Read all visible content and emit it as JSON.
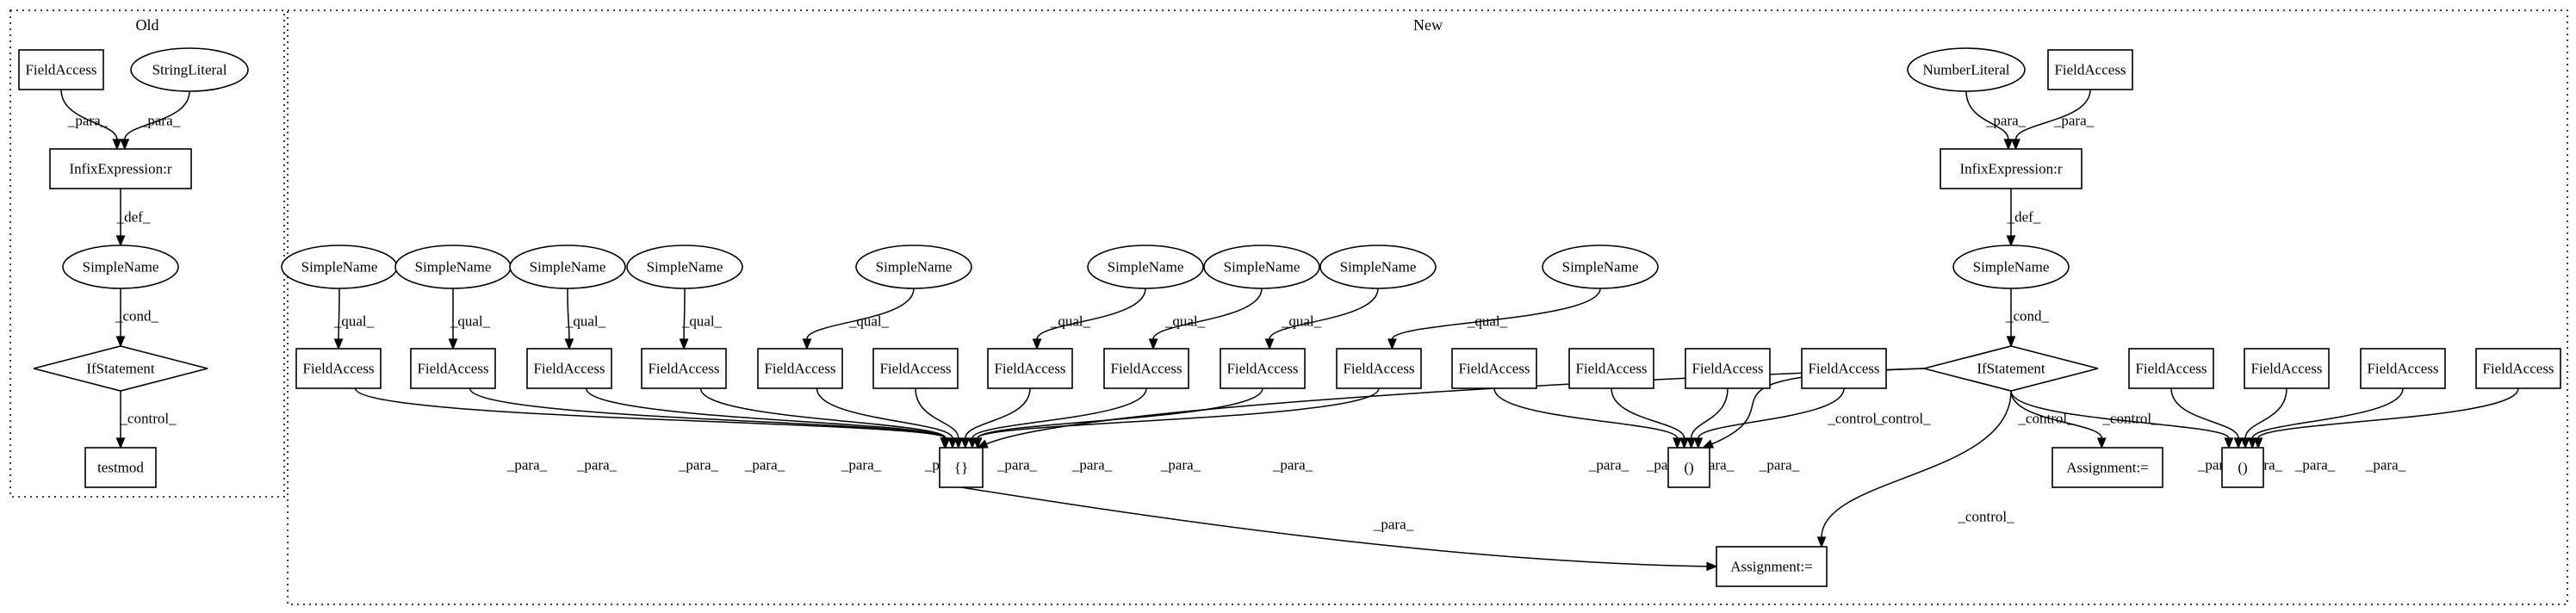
{
  "clusters": [
    {
      "id": "old",
      "label": "Old"
    },
    {
      "id": "new",
      "label": "New"
    }
  ],
  "nodes": [
    {
      "id": "o_fa",
      "label": "FieldAccess",
      "shape": "box"
    },
    {
      "id": "o_sl",
      "label": "StringLiteral",
      "shape": "ellipse"
    },
    {
      "id": "o_infix",
      "label": "InfixExpression:r",
      "shape": "box"
    },
    {
      "id": "o_sn",
      "label": "SimpleName",
      "shape": "ellipse"
    },
    {
      "id": "o_if",
      "label": "IfStatement",
      "shape": "diamond"
    },
    {
      "id": "o_testmod",
      "label": "testmod",
      "shape": "box"
    },
    {
      "id": "n_num",
      "label": "NumberLiteral",
      "shape": "ellipse"
    },
    {
      "id": "n_fa_top",
      "label": "FieldAccess",
      "shape": "box"
    },
    {
      "id": "n_infix",
      "label": "InfixExpression:r",
      "shape": "box"
    },
    {
      "id": "n_sn",
      "label": "SimpleName",
      "shape": "ellipse"
    },
    {
      "id": "n_if",
      "label": "IfStatement",
      "shape": "diamond"
    },
    {
      "id": "sn1",
      "label": "SimpleName",
      "shape": "ellipse"
    },
    {
      "id": "sn2",
      "label": "SimpleName",
      "shape": "ellipse"
    },
    {
      "id": "sn3",
      "label": "SimpleName",
      "shape": "ellipse"
    },
    {
      "id": "sn4",
      "label": "SimpleName",
      "shape": "ellipse"
    },
    {
      "id": "sn5",
      "label": "SimpleName",
      "shape": "ellipse"
    },
    {
      "id": "sn6",
      "label": "SimpleName",
      "shape": "ellipse"
    },
    {
      "id": "sn7",
      "label": "SimpleName",
      "shape": "ellipse"
    },
    {
      "id": "sn8",
      "label": "SimpleName",
      "shape": "ellipse"
    },
    {
      "id": "sn9",
      "label": "SimpleName",
      "shape": "ellipse"
    },
    {
      "id": "fa1",
      "label": "FieldAccess",
      "shape": "box"
    },
    {
      "id": "fa2",
      "label": "FieldAccess",
      "shape": "box"
    },
    {
      "id": "fa3",
      "label": "FieldAccess",
      "shape": "box"
    },
    {
      "id": "fa4",
      "label": "FieldAccess",
      "shape": "box"
    },
    {
      "id": "fa5",
      "label": "FieldAccess",
      "shape": "box"
    },
    {
      "id": "fa6",
      "label": "FieldAccess",
      "shape": "box"
    },
    {
      "id": "fa7",
      "label": "FieldAccess",
      "shape": "box"
    },
    {
      "id": "fa8",
      "label": "FieldAccess",
      "shape": "box"
    },
    {
      "id": "fa9",
      "label": "FieldAccess",
      "shape": "box"
    },
    {
      "id": "fa10",
      "label": "FieldAccess",
      "shape": "box"
    },
    {
      "id": "fb1",
      "label": "FieldAccess",
      "shape": "box"
    },
    {
      "id": "fb2",
      "label": "FieldAccess",
      "shape": "box"
    },
    {
      "id": "fb3",
      "label": "FieldAccess",
      "shape": "box"
    },
    {
      "id": "fb4",
      "label": "FieldAccess",
      "shape": "box"
    },
    {
      "id": "fc1",
      "label": "FieldAccess",
      "shape": "box"
    },
    {
      "id": "fc2",
      "label": "FieldAccess",
      "shape": "box"
    },
    {
      "id": "fc3",
      "label": "FieldAccess",
      "shape": "box"
    },
    {
      "id": "fc4",
      "label": "FieldAccess",
      "shape": "box"
    },
    {
      "id": "braces",
      "label": "{}",
      "shape": "box"
    },
    {
      "id": "paren1",
      "label": "()",
      "shape": "box"
    },
    {
      "id": "paren2",
      "label": "()",
      "shape": "box"
    },
    {
      "id": "assign1",
      "label": "Assignment:=",
      "shape": "box"
    },
    {
      "id": "assign2",
      "label": "Assignment:=",
      "shape": "box"
    }
  ],
  "edges": [
    {
      "from": "o_fa",
      "to": "o_infix",
      "label": "_para_"
    },
    {
      "from": "o_sl",
      "to": "o_infix",
      "label": "_para_"
    },
    {
      "from": "o_infix",
      "to": "o_sn",
      "label": "_def_"
    },
    {
      "from": "o_sn",
      "to": "o_if",
      "label": "_cond_"
    },
    {
      "from": "o_if",
      "to": "o_testmod",
      "label": "_control_"
    },
    {
      "from": "n_num",
      "to": "n_infix",
      "label": "_para_"
    },
    {
      "from": "n_fa_top",
      "to": "n_infix",
      "label": "_para_"
    },
    {
      "from": "n_infix",
      "to": "n_sn",
      "label": "_def_"
    },
    {
      "from": "n_sn",
      "to": "n_if",
      "label": "_cond_"
    },
    {
      "from": "sn1",
      "to": "fa1",
      "label": "_qual_"
    },
    {
      "from": "sn2",
      "to": "fa2",
      "label": "_qual_"
    },
    {
      "from": "sn3",
      "to": "fa3",
      "label": "_qual_"
    },
    {
      "from": "sn4",
      "to": "fa4",
      "label": "_qual_"
    },
    {
      "from": "sn5",
      "to": "fa5",
      "label": "_qual_"
    },
    {
      "from": "sn6",
      "to": "fa7",
      "label": "_qual_"
    },
    {
      "from": "sn7",
      "to": "fa8",
      "label": "_qual_"
    },
    {
      "from": "sn8",
      "to": "fa9",
      "label": "_qual_"
    },
    {
      "from": "sn9",
      "to": "fa10",
      "label": "_qual_"
    },
    {
      "from": "fa1",
      "to": "braces",
      "label": "_para_"
    },
    {
      "from": "fa2",
      "to": "braces",
      "label": "_para_"
    },
    {
      "from": "fa3",
      "to": "braces",
      "label": "_para_"
    },
    {
      "from": "fa4",
      "to": "braces",
      "label": "_para_"
    },
    {
      "from": "fa5",
      "to": "braces",
      "label": "_para_"
    },
    {
      "from": "fa6",
      "to": "braces",
      "label": "_para_"
    },
    {
      "from": "fa7",
      "to": "braces",
      "label": "_para_"
    },
    {
      "from": "fa8",
      "to": "braces",
      "label": "_para_"
    },
    {
      "from": "fa9",
      "to": "braces",
      "label": "_para_"
    },
    {
      "from": "fa10",
      "to": "braces",
      "label": "_para_"
    },
    {
      "from": "fb1",
      "to": "paren1",
      "label": "_para_"
    },
    {
      "from": "fb2",
      "to": "paren1",
      "label": "_para_"
    },
    {
      "from": "fb3",
      "to": "paren1",
      "label": "_para_"
    },
    {
      "from": "fb4",
      "to": "paren1",
      "label": "_para_"
    },
    {
      "from": "fc1",
      "to": "paren2",
      "label": "_para_"
    },
    {
      "from": "fc2",
      "to": "paren2",
      "label": "_para_"
    },
    {
      "from": "fc3",
      "to": "paren2",
      "label": "_para_"
    },
    {
      "from": "fc4",
      "to": "paren2",
      "label": "_para_"
    },
    {
      "from": "n_if",
      "to": "braces",
      "label": "_control_"
    },
    {
      "from": "n_if",
      "to": "paren1",
      "label": "_control_"
    },
    {
      "from": "n_if",
      "to": "assign2",
      "label": "_control_"
    },
    {
      "from": "n_if",
      "to": "assign1",
      "label": "_control_"
    },
    {
      "from": "n_if",
      "to": "paren2",
      "label": "_control_"
    },
    {
      "from": "braces",
      "to": "assign1",
      "label": "_para_"
    }
  ]
}
